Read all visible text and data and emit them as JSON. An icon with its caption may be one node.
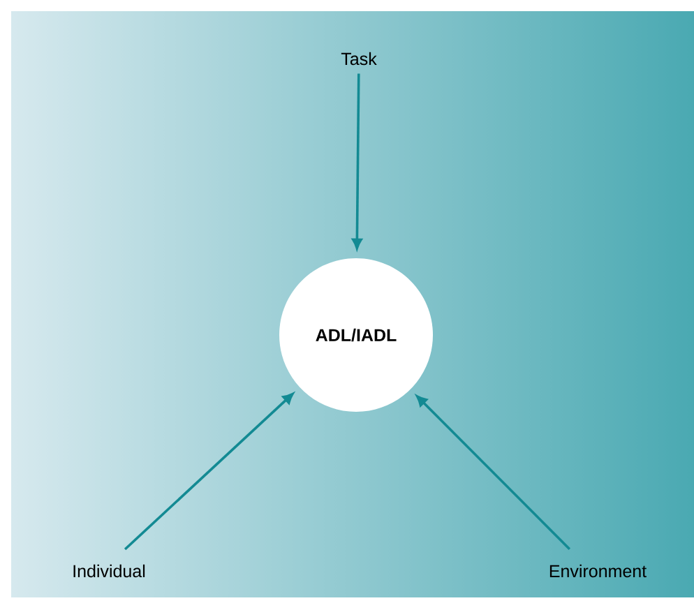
{
  "diagram": {
    "nodes": [
      {
        "text": [
          "Task"
        ]
      },
      {
        "text": [
          "ADL/IADL"
        ]
      },
      {
        "text": [
          "Individual"
        ]
      },
      {
        "text": [
          "Environment"
        ]
      }
    ],
    "edges": [
      {
        "from": 0,
        "to": 1,
        "arrow": "to"
      },
      {
        "from": 2,
        "to": 1,
        "arrow": "to"
      },
      {
        "from": 3,
        "to": 1,
        "arrow": "to"
      }
    ]
  }
}
